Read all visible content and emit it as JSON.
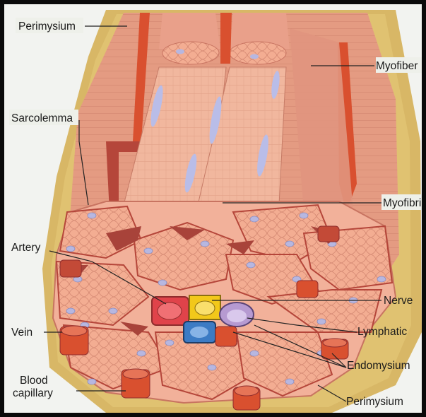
{
  "labels": {
    "perimysium_top": "Perimysium",
    "myofiber": "Myofiber",
    "sarcolemma": "Sarcolemma",
    "myofibril": "Myofibril",
    "artery": "Artery",
    "nerve": "Nerve",
    "vein": "Vein",
    "lymphatic": "Lymphatic",
    "endomysium": "Endomysium",
    "blood_capillary_line1": "Blood",
    "blood_capillary_line2": "capillary",
    "perimysium_bottom": "Perimysium"
  },
  "colors": {
    "muscle_fiber": "#f0a88a",
    "fiber_shadow": "#d9826a",
    "nucleus": "#b7b7e0",
    "blood_vessel": "#d9502f",
    "connective_tissue": "#d9b765",
    "nerve": "#f2c81a",
    "lymphatic": "#b69ad1",
    "vein_blue": "#3c7bc4",
    "artery_red": "#e0434a"
  }
}
